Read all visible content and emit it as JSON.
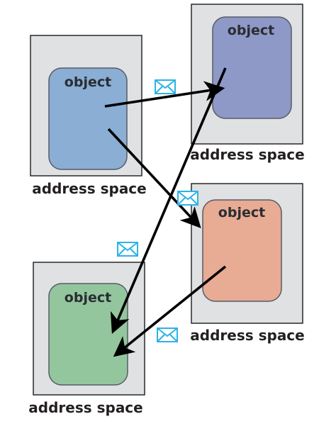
{
  "diagram": {
    "colors": {
      "space_fill": "#e0e1e2",
      "arrow": "#000000",
      "envelope": "#2bb3e8",
      "object_blue": "#8aaed4",
      "object_purple": "#8f99c7",
      "object_salmon": "#e8ab93",
      "object_green": "#94c69d"
    },
    "spaces": [
      {
        "id": "top-left",
        "object_label": "object",
        "space_label": "address space"
      },
      {
        "id": "top-right",
        "object_label": "object",
        "space_label": "address space"
      },
      {
        "id": "middle-right",
        "object_label": "object",
        "space_label": "address space"
      },
      {
        "id": "bottom-left",
        "object_label": "object",
        "space_label": "address space"
      }
    ],
    "messages": [
      {
        "from": "top-left",
        "to": "top-right",
        "icon": "envelope-icon"
      },
      {
        "from": "top-left",
        "to": "middle-right",
        "icon": "envelope-icon"
      },
      {
        "from": "top-right",
        "to": "bottom-left",
        "icon": "envelope-icon"
      },
      {
        "from": "middle-right",
        "to": "bottom-left",
        "icon": "envelope-icon"
      }
    ]
  }
}
